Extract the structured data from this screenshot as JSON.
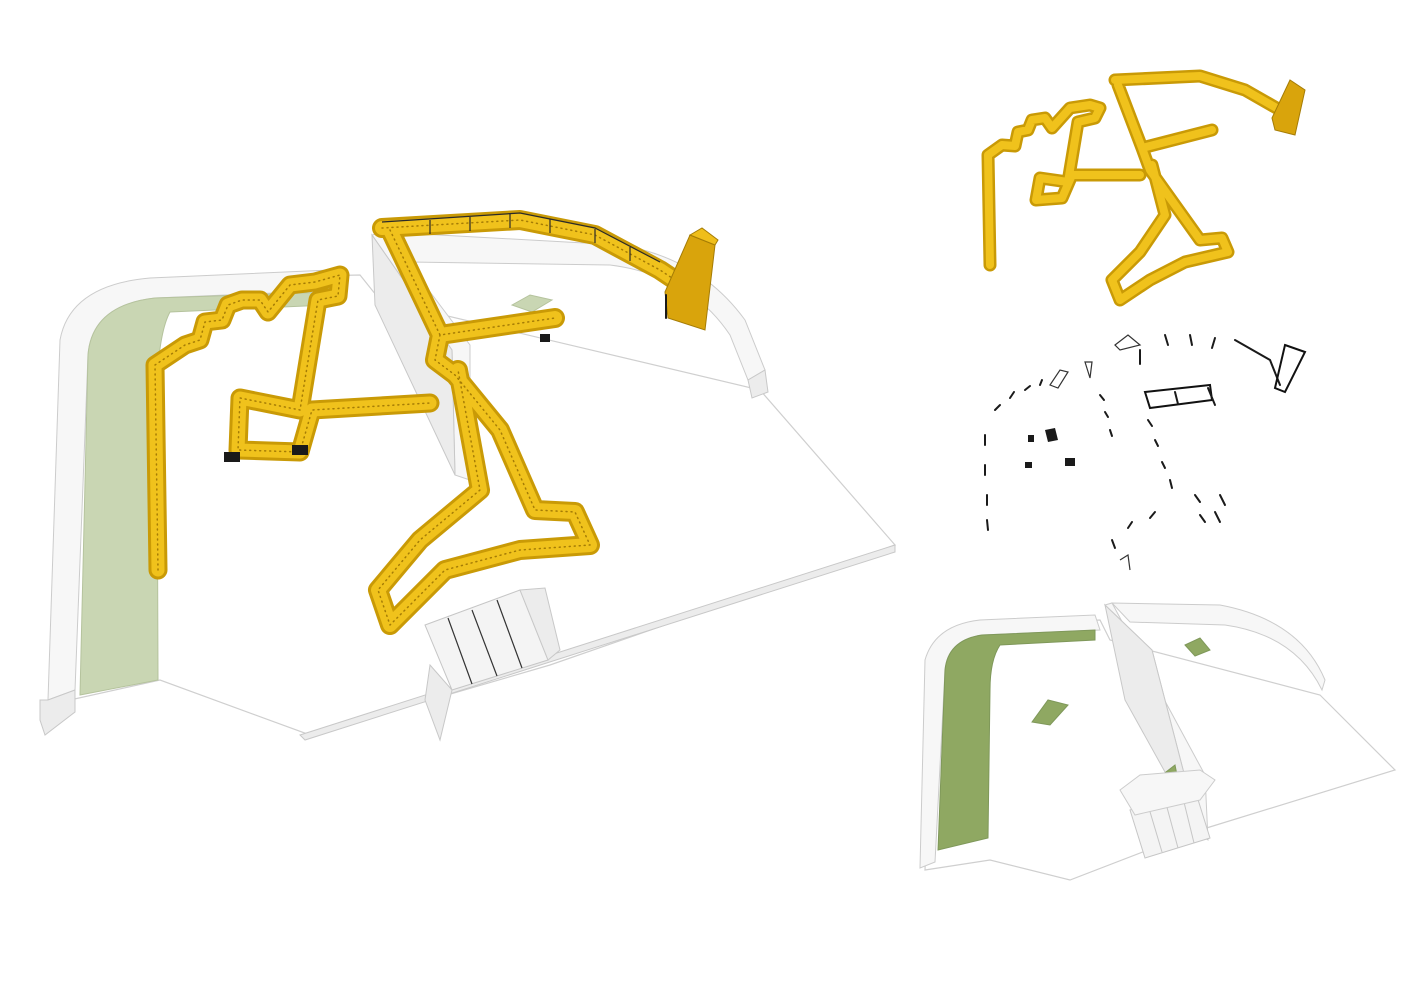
{
  "colors": {
    "background": "#ffffff",
    "wood": "#e8b20f",
    "wood_edge": "#c99a06",
    "green_light": "#c9d6b3",
    "green_dark": "#8fa862",
    "wall": "#ececec",
    "ink": "#1a1a1a"
  },
  "views": [
    {
      "name": "main-axonometric",
      "content": [
        "site-platform",
        "retaining-wall",
        "green-strip",
        "timber-boardwalk",
        "stairs"
      ]
    },
    {
      "name": "boardwalk-only",
      "content": [
        "timber-boardwalk"
      ]
    },
    {
      "name": "supports-only",
      "content": [
        "support-posts"
      ]
    },
    {
      "name": "site-only",
      "content": [
        "site-platform",
        "retaining-wall",
        "green-strip",
        "green-patches",
        "stairs"
      ]
    }
  ]
}
